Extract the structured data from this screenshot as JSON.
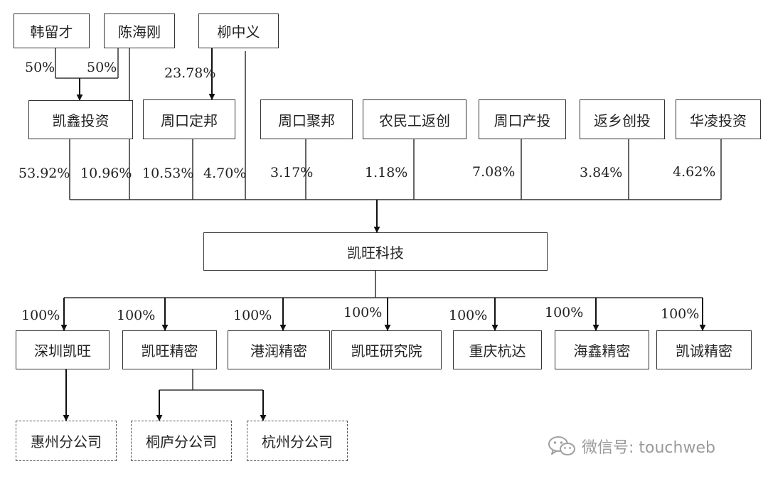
{
  "shareholders_top": {
    "han": "韩留才",
    "chen": "陈海刚",
    "liu": "柳中义"
  },
  "top_ratios": {
    "han_to_kaixin": "50%",
    "chen_to_kaixin": "50%",
    "liu_to_zhoukou": "23.78%"
  },
  "holders": [
    {
      "name": "凯鑫投资"
    },
    {
      "name": "周口定邦"
    },
    {
      "name": "周口聚邦"
    },
    {
      "name": "农民工返创"
    },
    {
      "name": "周口产投"
    },
    {
      "name": "返乡创投"
    },
    {
      "name": "华凌投资"
    }
  ],
  "holder_ratios": [
    {
      "value": "53.92%",
      "from": "凯鑫投资"
    },
    {
      "value": "10.96%",
      "from": "陈海刚"
    },
    {
      "value": "10.53%",
      "from": "周口定邦"
    },
    {
      "value": "4.70%",
      "from": "柳中义"
    },
    {
      "value": "3.17%",
      "from": "周口聚邦"
    },
    {
      "value": "1.18%",
      "from": "农民工返创"
    },
    {
      "value": "7.08%",
      "from": "周口产投"
    },
    {
      "value": "3.84%",
      "from": "返乡创投"
    },
    {
      "value": "4.62%",
      "from": "华凌投资"
    }
  ],
  "company": "凯旺科技",
  "subsidiaries": [
    {
      "name": "深圳凯旺",
      "ratio": "100%"
    },
    {
      "name": "凯旺精密",
      "ratio": "100%"
    },
    {
      "name": "港润精密",
      "ratio": "100%"
    },
    {
      "name": "凯旺研究院",
      "ratio": "100%"
    },
    {
      "name": "重庆杭达",
      "ratio": "100%"
    },
    {
      "name": "海鑫精密",
      "ratio": "100%"
    },
    {
      "name": "凯诚精密",
      "ratio": "100%"
    }
  ],
  "branches": [
    {
      "name": "惠州分公司",
      "parent": "深圳凯旺"
    },
    {
      "name": "桐庐分公司",
      "parent": "凯旺精密"
    },
    {
      "name": "杭州分公司",
      "parent": "凯旺精密"
    }
  ],
  "watermark": {
    "text": "微信号: touchweb",
    "icon": "wechat-icon"
  }
}
